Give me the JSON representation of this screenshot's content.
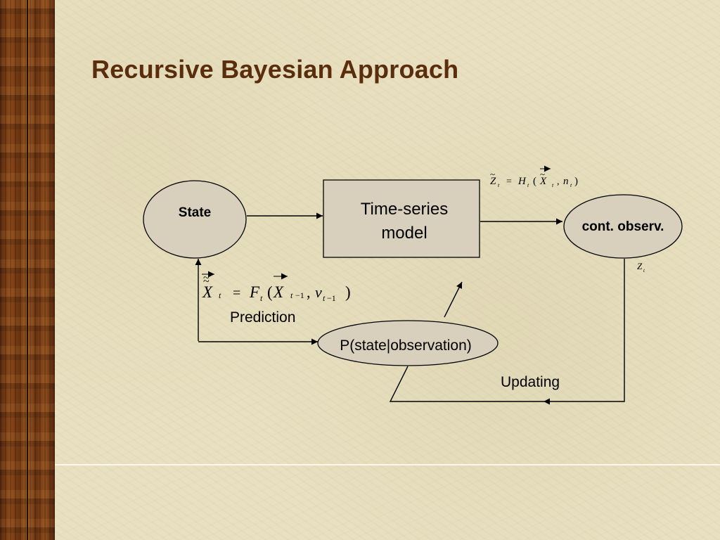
{
  "slide": {
    "title": "Recursive Bayesian Approach"
  },
  "nodes": {
    "state": "State",
    "model_line1": "Time-series",
    "model_line2": "model",
    "observation": "cont. observ.",
    "posterior": "P(state|observation)"
  },
  "edge_labels": {
    "prediction": "Prediction",
    "updating": "Updating"
  },
  "equations": {
    "observation_model": "Z̃t = Ht(X̃t, nt)",
    "observation_symbol": "Zt",
    "prediction_model": "X̃t = Ft(Xt−1, vt−1)"
  }
}
